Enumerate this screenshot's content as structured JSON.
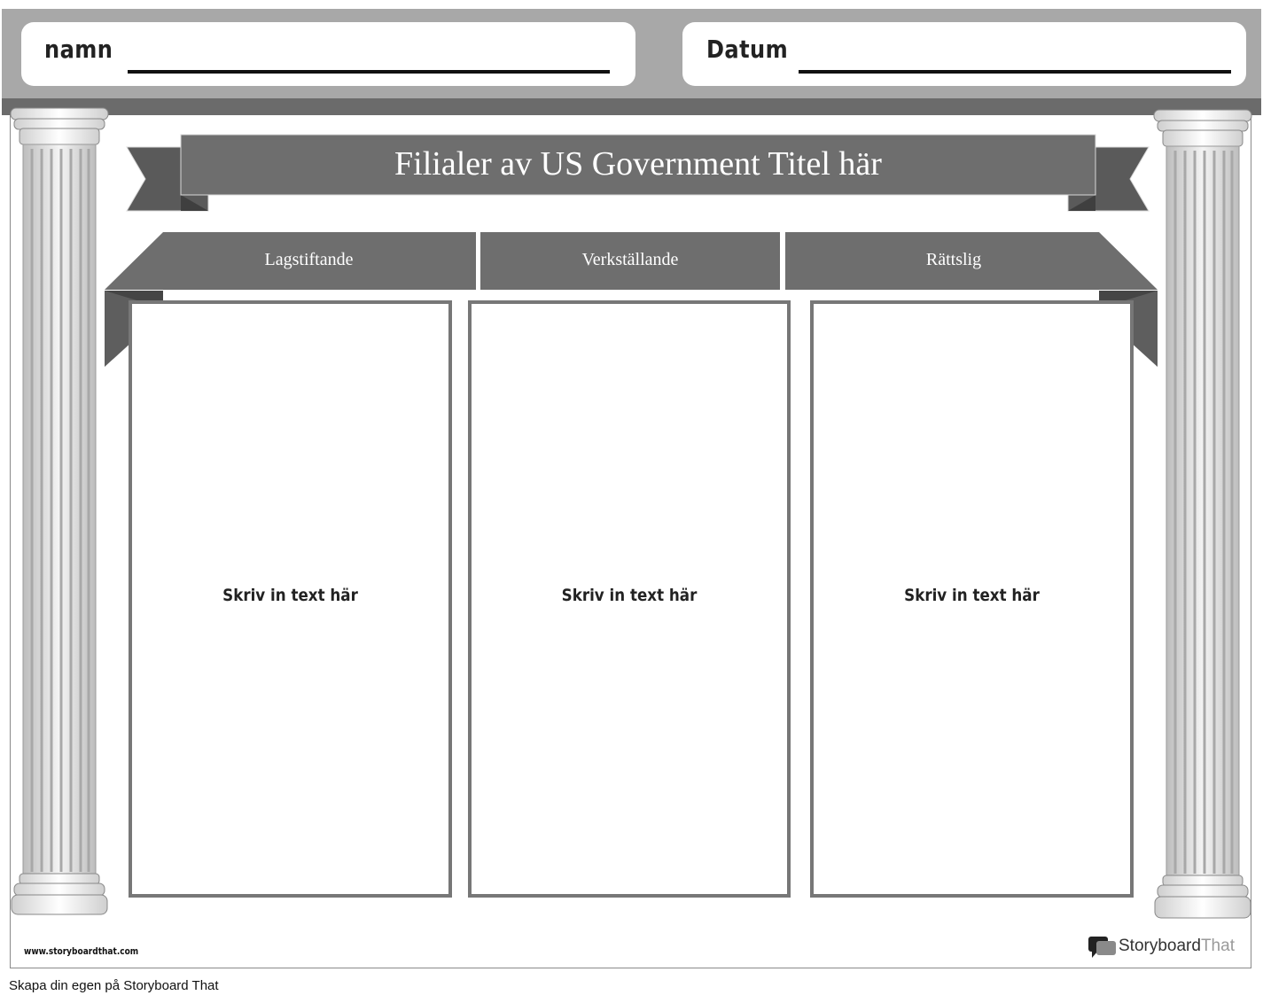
{
  "header": {
    "name_label": "namn",
    "date_label": "Datum"
  },
  "title": "Filialer av US Government Titel här",
  "branches": [
    {
      "label": "Lagstiftande",
      "placeholder": "Skriv in text här"
    },
    {
      "label": "Verkställande",
      "placeholder": "Skriv in text här"
    },
    {
      "label": "Rättslig",
      "placeholder": "Skriv in text här"
    }
  ],
  "watermark": {
    "url": "www.storyboardthat.com",
    "logo_primary": "Storyboard",
    "logo_secondary": "That"
  },
  "footer_text": "Skapa din egen på Storyboard That",
  "colors": {
    "banner": "#6e6e6e",
    "banner_dark": "#5a5a5a",
    "header_bar": "#a8a8a8",
    "box_border": "#777777"
  }
}
